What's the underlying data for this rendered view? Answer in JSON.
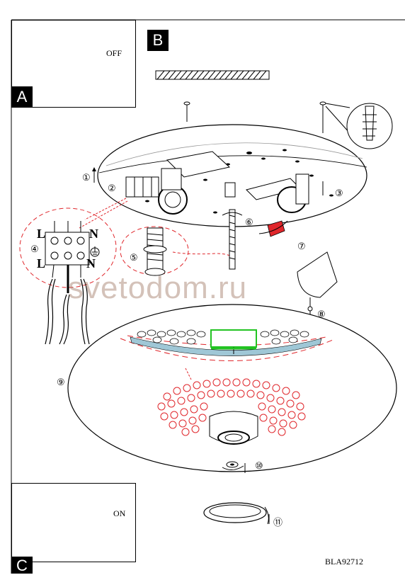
{
  "panels": {
    "a": {
      "tag": "A",
      "switch_label": "OFF"
    },
    "b": {
      "tag": "B"
    },
    "c": {
      "tag": "C",
      "switch_label": "ON"
    }
  },
  "steps": [
    "①",
    "②",
    "③",
    "④",
    "⑤",
    "⑥",
    "⑦",
    "⑧",
    "⑨",
    "⑩",
    "⑪"
  ],
  "terminal": {
    "top_left": "L",
    "top_right": "N",
    "bottom_left": "L",
    "bottom_right": "N"
  },
  "watermark": "svetodom.ru",
  "product_code": "BLA92712",
  "colors": {
    "highlight": "#e0262b",
    "green": "#22c322",
    "blue": "#9fc7d6"
  }
}
